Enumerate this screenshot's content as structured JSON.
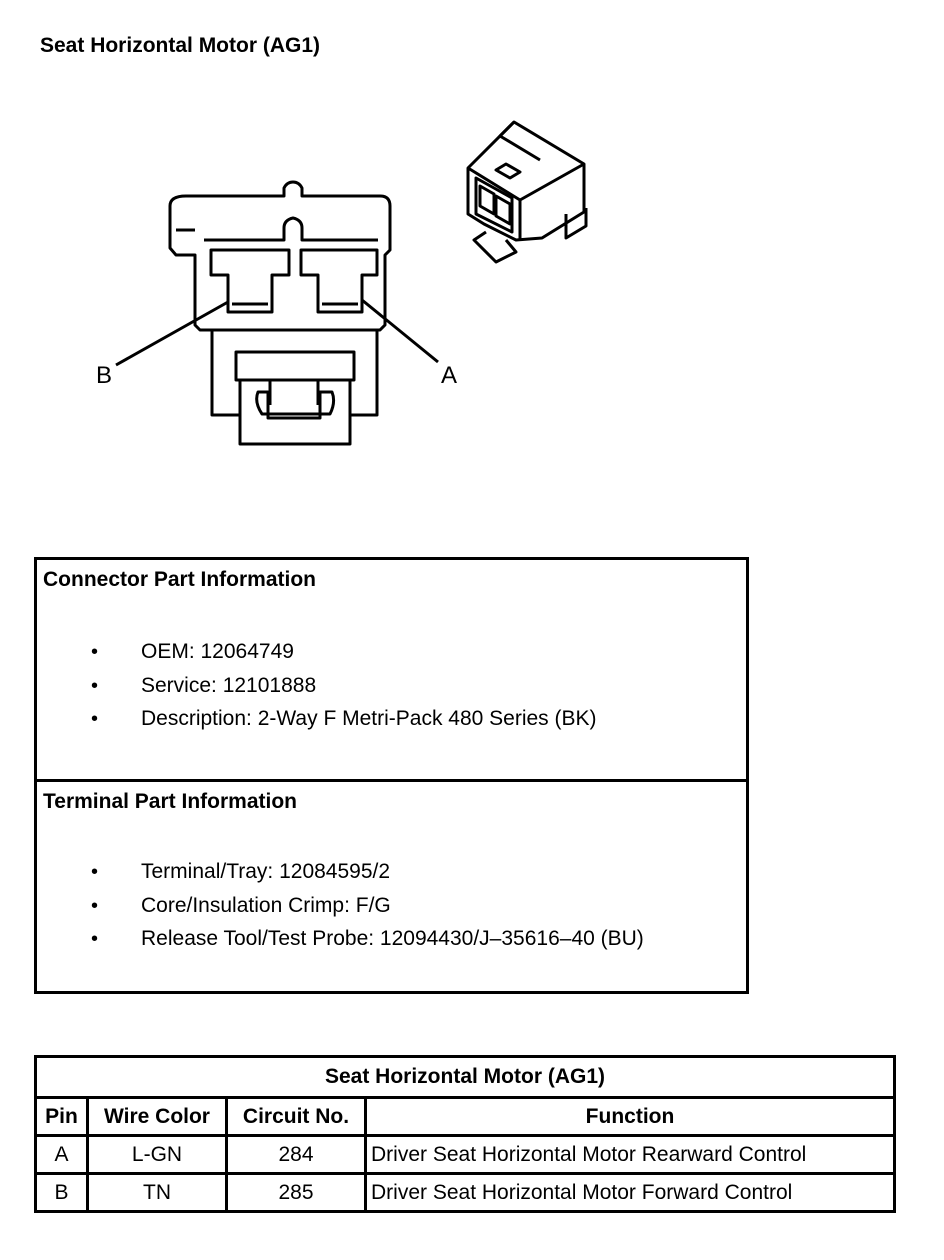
{
  "page": {
    "title": "Seat Horizontal Motor (AG1)"
  },
  "diagram": {
    "callouts": {
      "pin_a": "A",
      "pin_b": "B"
    }
  },
  "connector_info": {
    "heading": "Connector Part Information",
    "items": [
      "OEM: 12064749",
      "Service: 12101888",
      "Description: 2-Way F Metri-Pack 480 Series (BK)"
    ]
  },
  "terminal_info": {
    "heading": "Terminal Part Information",
    "items": [
      "Terminal/Tray: 12084595/2",
      "Core/Insulation Crimp: F/G",
      "Release Tool/Test Probe: 12094430/J–35616–40 (BU)"
    ]
  },
  "bullet_glyph": "•",
  "pin_table": {
    "title": "Seat Horizontal Motor (AG1)",
    "headers": [
      "Pin",
      "Wire Color",
      "Circuit No.",
      "Function"
    ],
    "rows": [
      {
        "pin": "A",
        "wire_color": "L-GN",
        "circuit": "284",
        "function": "Driver Seat Horizontal Motor Rearward Control"
      },
      {
        "pin": "B",
        "wire_color": "TN",
        "circuit": "285",
        "function": "Driver Seat Horizontal Motor Forward Control"
      }
    ]
  }
}
